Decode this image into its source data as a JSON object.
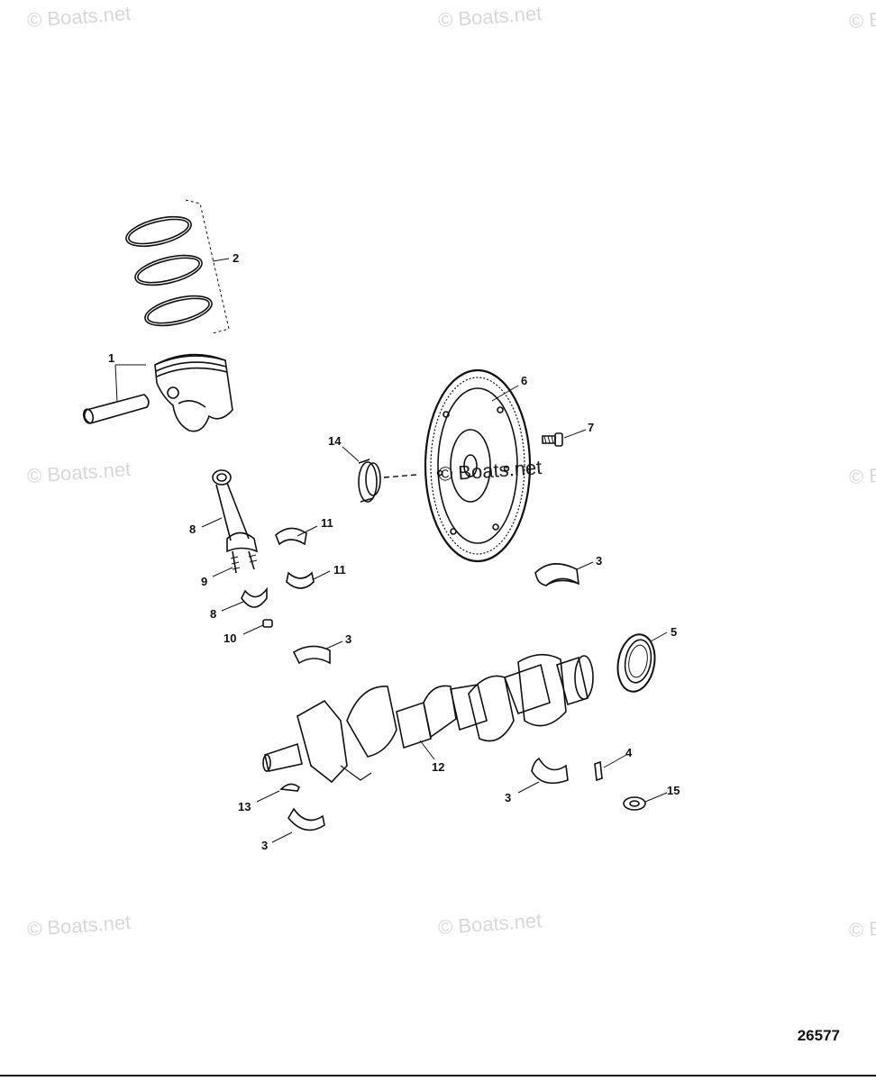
{
  "watermarks": {
    "text": "© Boats.net",
    "partial": "© B"
  },
  "diagram": {
    "callouts": {
      "c1": "1",
      "c2": "2",
      "c3a": "3",
      "c3b": "3",
      "c3c": "3",
      "c3d": "3",
      "c4": "4",
      "c5": "5",
      "c6": "6",
      "c7": "7",
      "c8a": "8",
      "c8b": "8",
      "c9": "9",
      "c10": "10",
      "c11a": "11",
      "c11b": "11",
      "c12": "12",
      "c13": "13",
      "c14": "14",
      "c15": "15"
    }
  },
  "figure_id": "26577"
}
